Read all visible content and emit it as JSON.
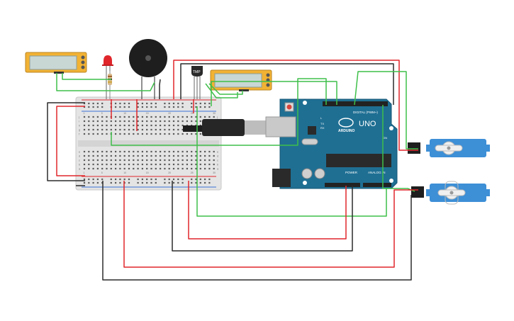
{
  "arduino": {
    "brand": "ARDUINO",
    "model": "UNO",
    "digital_label": "DIGITAL (PWM~)",
    "power_label": "POWER",
    "analog_label": "ANALOG IN",
    "tx_label": "TX",
    "rx_label": "RX",
    "l_label": "L",
    "on_label": "ON"
  },
  "sensor": {
    "label": "TMP"
  },
  "breadboard": {
    "row_letters_top": [
      "j",
      "i",
      "h",
      "g",
      "f"
    ],
    "row_letters_bottom": [
      "e",
      "d",
      "c",
      "b",
      "a"
    ],
    "column_numbers": [
      "1",
      "5",
      "10",
      "15",
      "20",
      "25",
      "30"
    ]
  },
  "colors": {
    "wire_red": "#e0262b",
    "wire_black": "#2b2b2b",
    "wire_green": "#3fbf4a",
    "arduino_teal": "#1f6f93",
    "breadboard": "#e9e9e9",
    "servo_blue": "#3d8fd6",
    "lcd_frame": "#f2b233",
    "lcd_screen": "#c9d7d4"
  }
}
